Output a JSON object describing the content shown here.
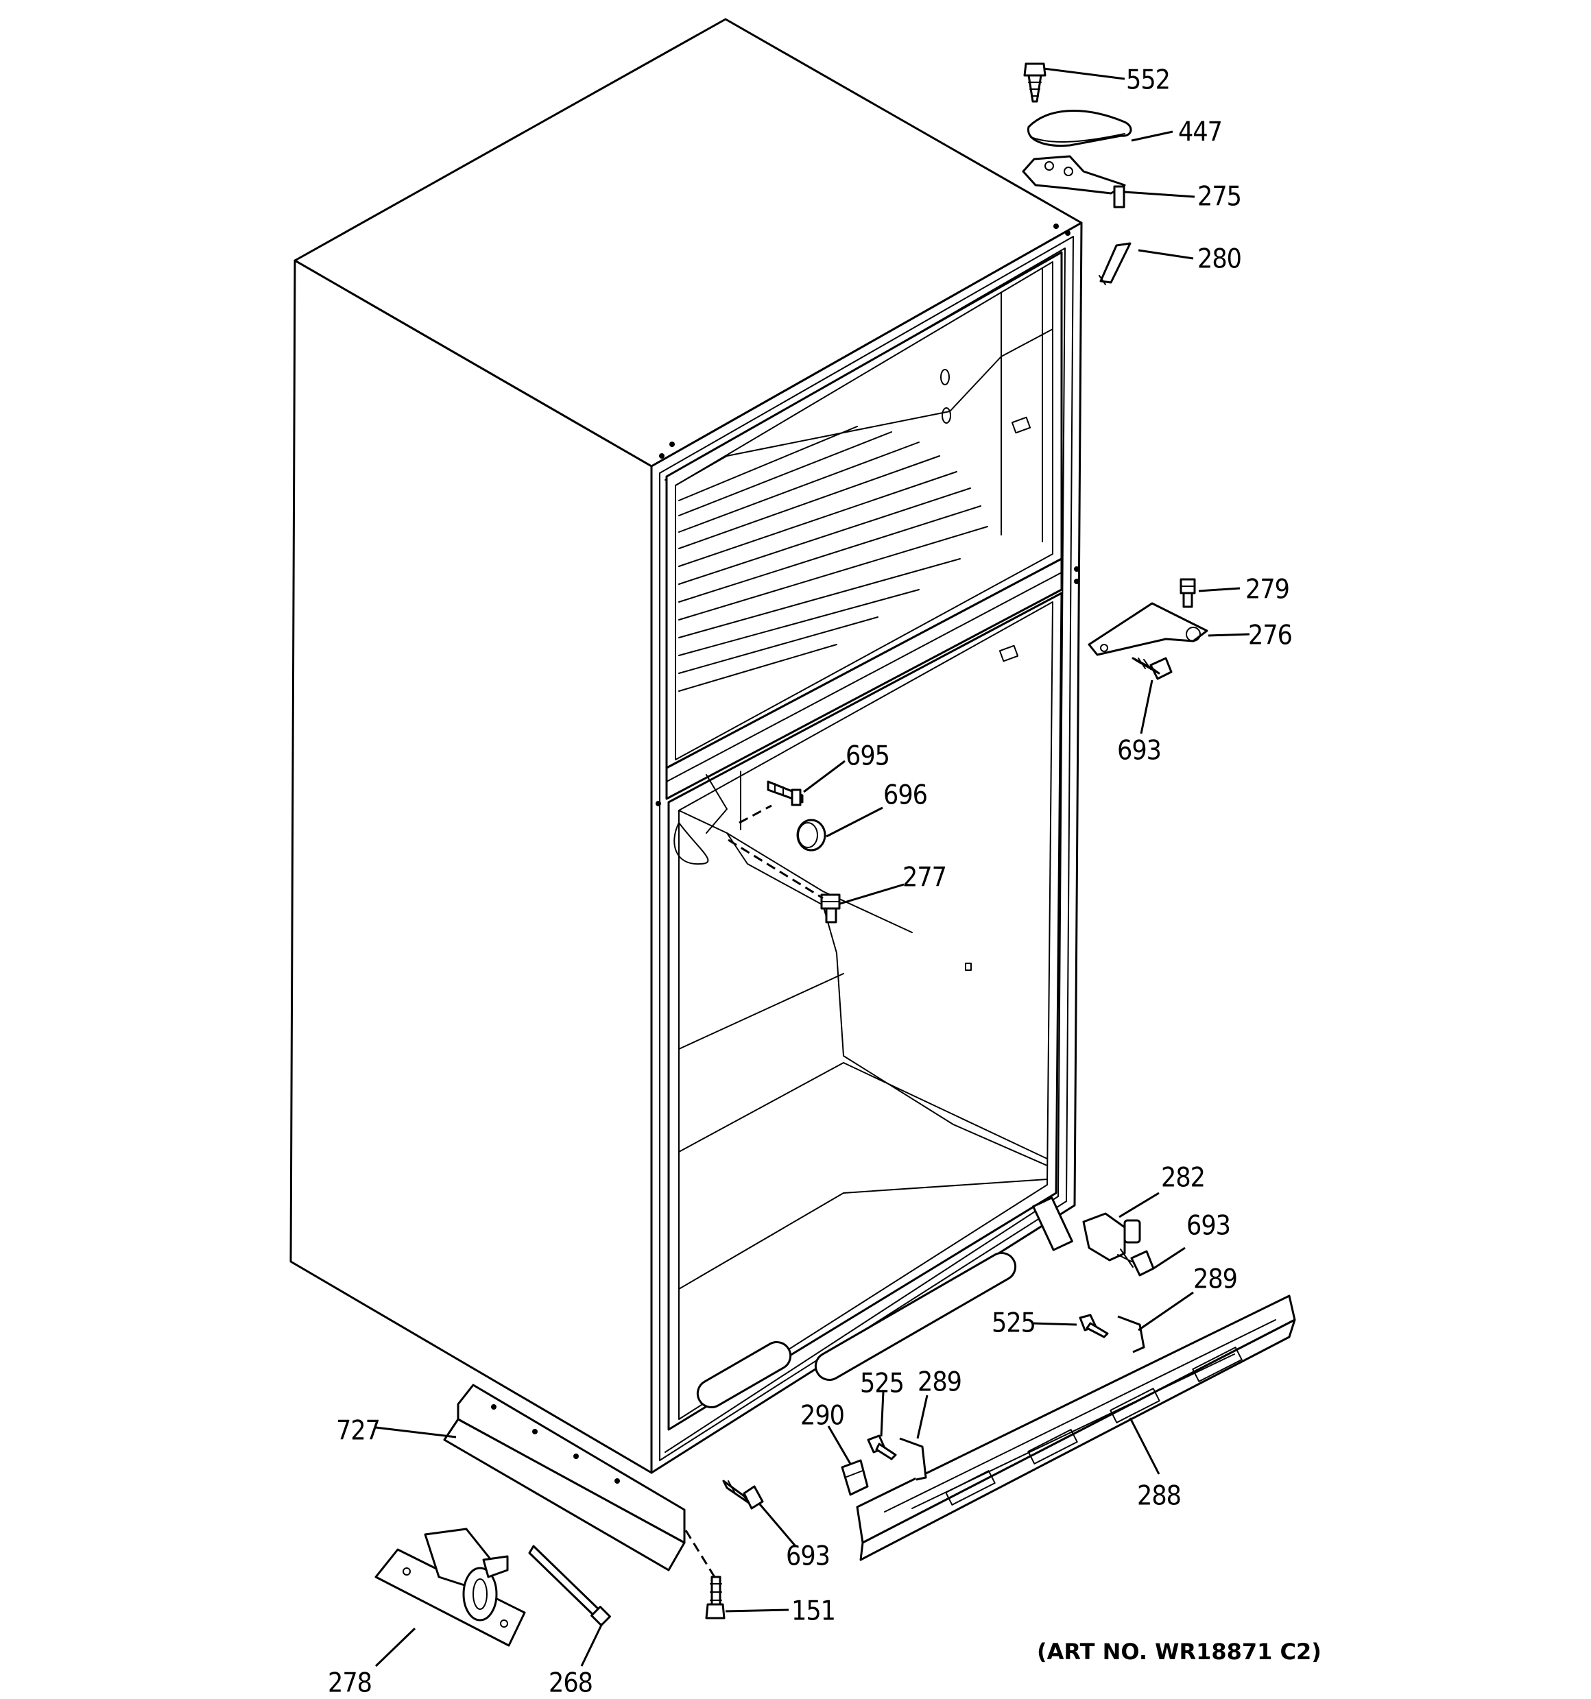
{
  "diagram": {
    "art_number": "(ART NO. WR18871 C2)",
    "parts": {
      "p552": "552",
      "p447": "447",
      "p275": "275",
      "p280": "280",
      "p279": "279",
      "p276": "276",
      "p693a": "693",
      "p695": "695",
      "p696": "696",
      "p277": "277",
      "p282": "282",
      "p693b": "693",
      "p289a": "289",
      "p525a": "525",
      "p525b": "525",
      "p289b": "289",
      "p290": "290",
      "p288": "288",
      "p727": "727",
      "p693c": "693",
      "p151": "151",
      "p278": "278",
      "p268": "268"
    }
  }
}
